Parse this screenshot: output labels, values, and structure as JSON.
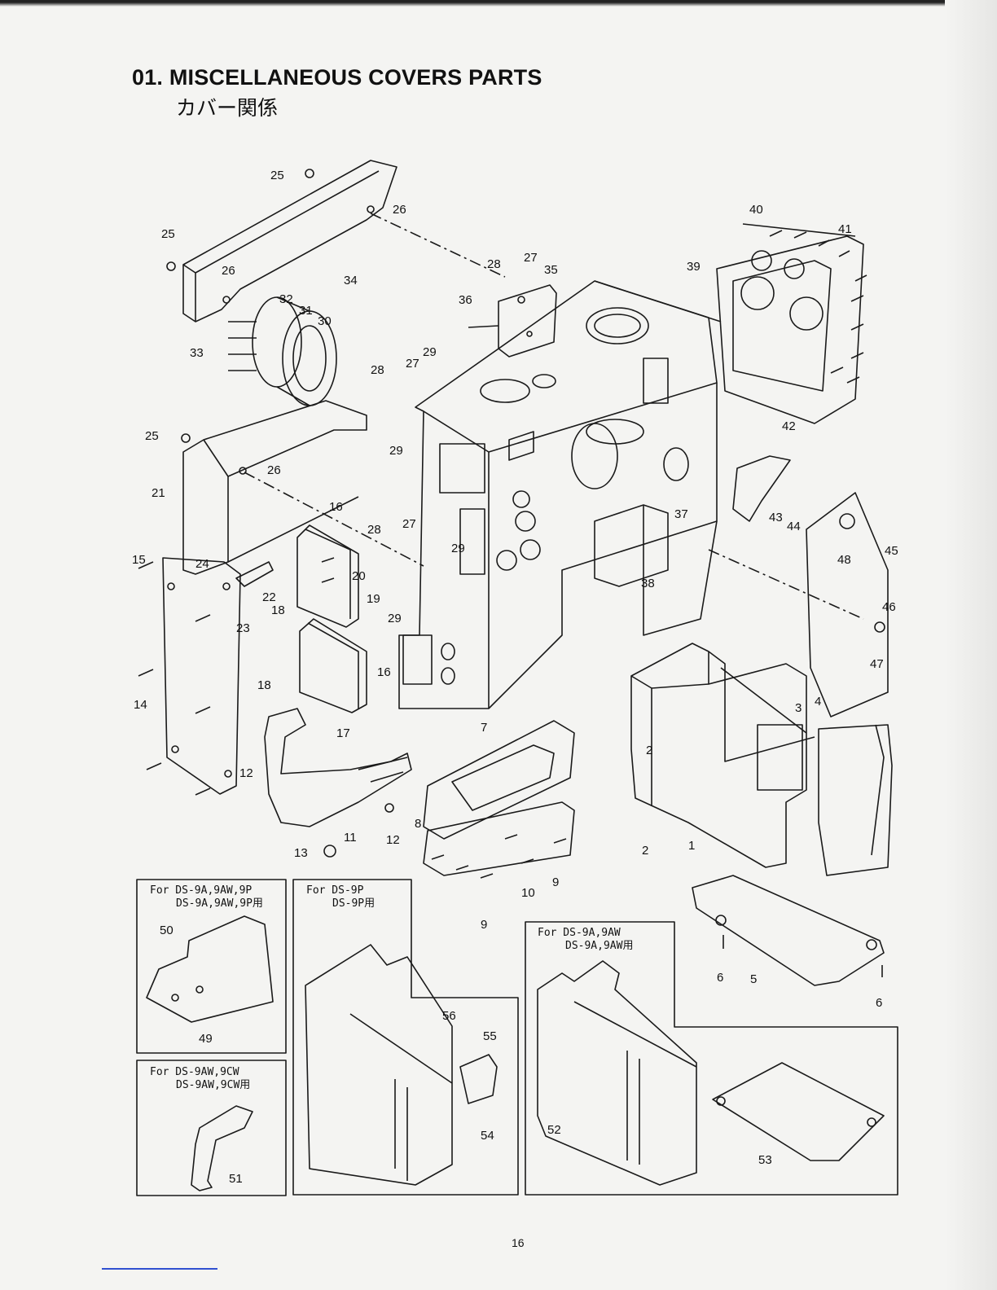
{
  "header": {
    "title": "01. MISCELLANEOUS COVERS PARTS",
    "subtitle": "カバー関係"
  },
  "callouts": [
    "25",
    "26",
    "25",
    "26",
    "34",
    "32",
    "31",
    "30",
    "33",
    "28",
    "27",
    "35",
    "36",
    "28",
    "27",
    "29",
    "40",
    "41",
    "39",
    "25",
    "26",
    "21",
    "29",
    "16",
    "28",
    "27",
    "29",
    "15",
    "24",
    "22",
    "23",
    "20",
    "19",
    "18",
    "42",
    "43",
    "44",
    "45",
    "48",
    "37",
    "38",
    "46",
    "47",
    "29",
    "16",
    "18",
    "14",
    "17",
    "12",
    "7",
    "3",
    "4",
    "2",
    "11",
    "12",
    "8",
    "2",
    "1",
    "13",
    "9",
    "10",
    "9",
    "6",
    "5",
    "6",
    "50",
    "49",
    "56",
    "55",
    "54",
    "52",
    "53",
    "51"
  ],
  "inset_boxes": [
    {
      "line1": "For DS-9A,9AW,9P",
      "line2": "DS-9A,9AW,9P用"
    },
    {
      "line1": "For DS-9P",
      "line2": "DS-9P用"
    },
    {
      "line1": "For DS-9A,9AW",
      "line2": "DS-9A,9AW用"
    },
    {
      "line1": "For DS-9AW,9CW",
      "line2": "DS-9AW,9CW用"
    }
  ],
  "footer": {
    "page_number": "16"
  }
}
